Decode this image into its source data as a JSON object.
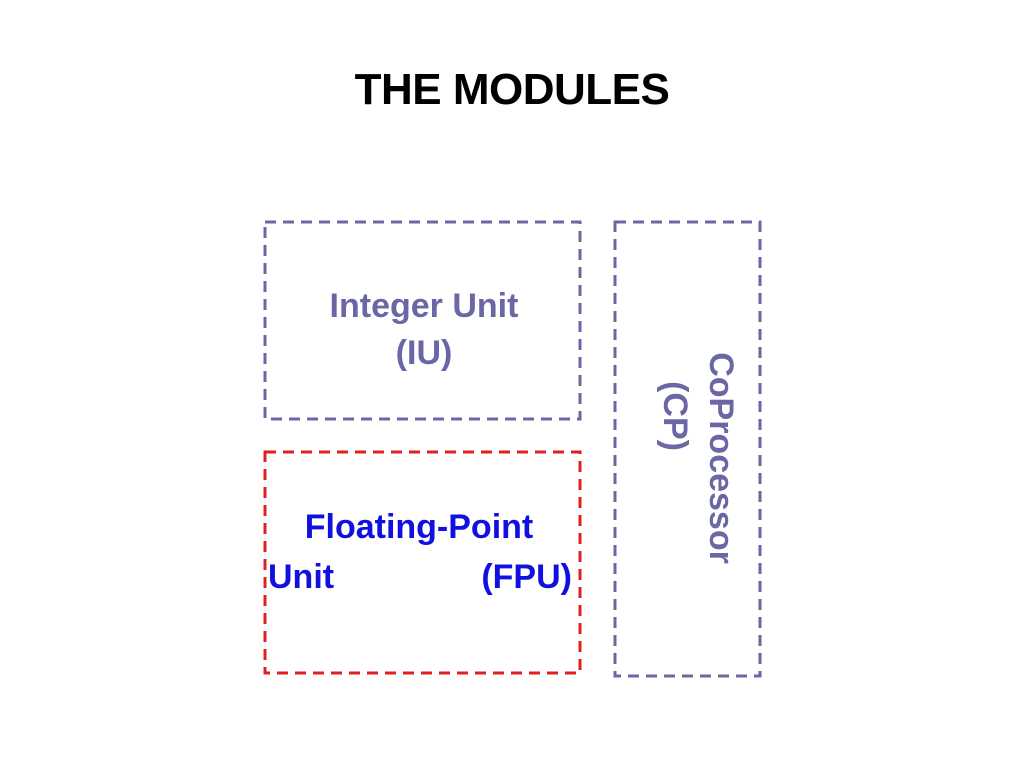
{
  "slide": {
    "title": "THE MODULES"
  },
  "modules": {
    "integer_unit": {
      "line1": "Integer Unit",
      "line2": "(IU)",
      "color": "#6a67a5"
    },
    "fpu": {
      "line1": "Floating-Point",
      "line2a": "Unit",
      "line2b": "(FPU)",
      "color": "#1010e0",
      "border_color": "#e02020"
    },
    "coprocessor": {
      "line1": "CoProcessor",
      "line2": "(CP)",
      "color": "#6a67a5"
    }
  },
  "colors": {
    "title": "#000000",
    "iu_border": "#6a67a5",
    "cp_border": "#6a67a5"
  }
}
